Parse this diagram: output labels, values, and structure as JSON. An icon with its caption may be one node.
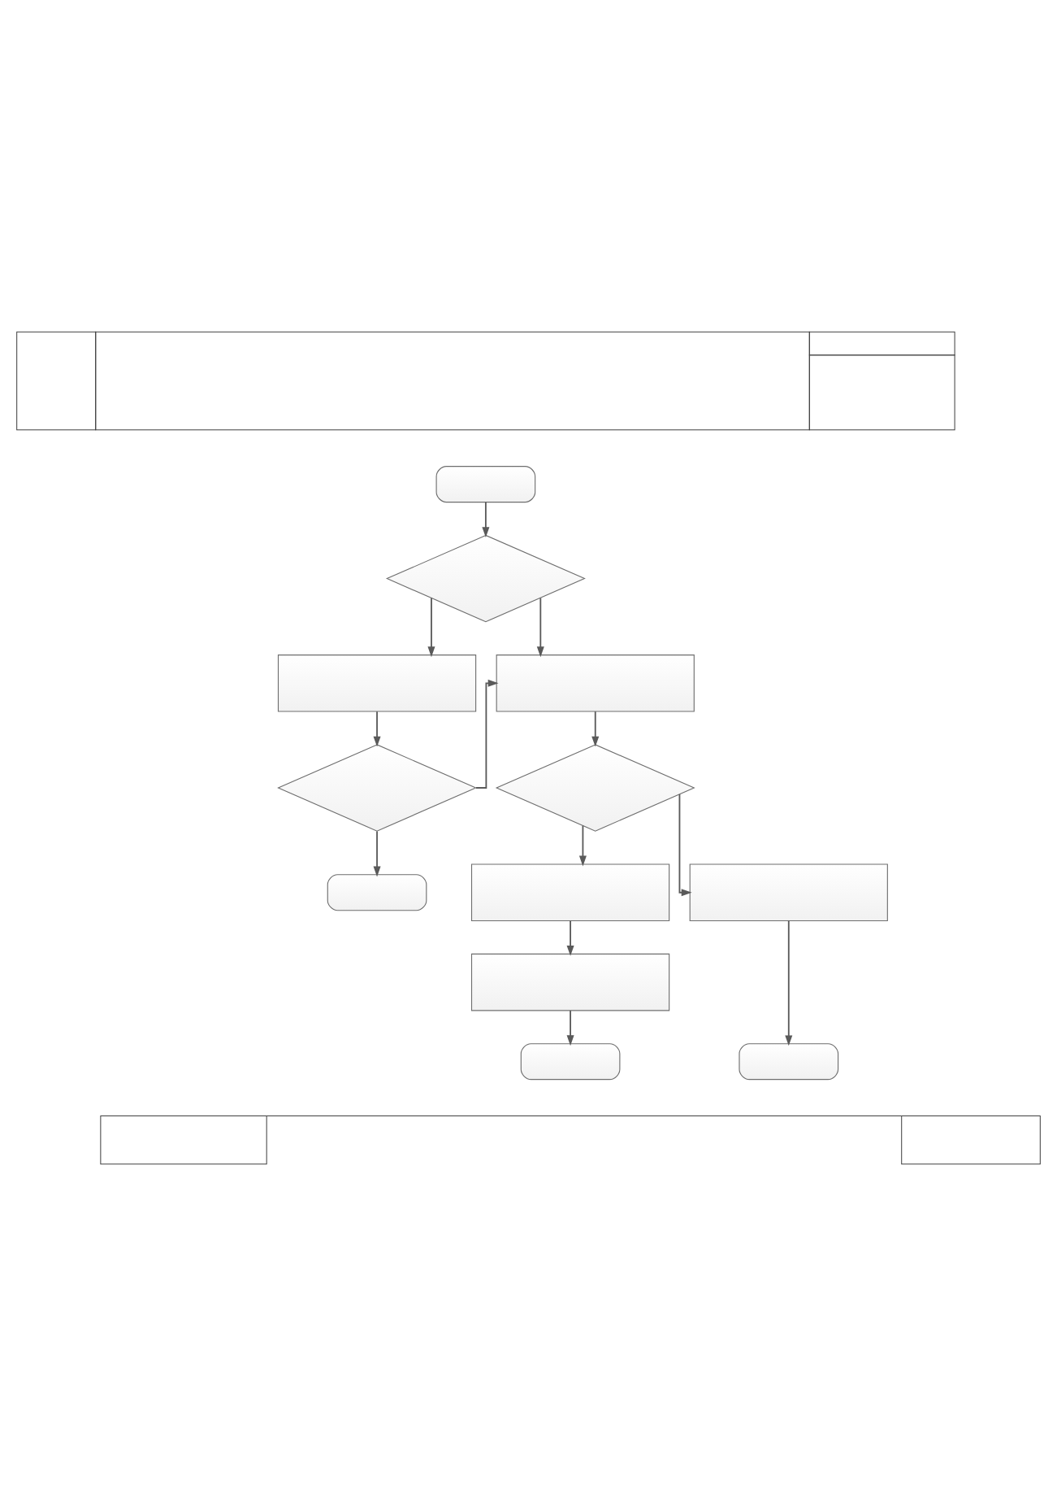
{
  "diagram": {
    "nodes": [
      {
        "text": [],
        "shape": "table"
      },
      {
        "text": [],
        "shape": "oval"
      },
      {
        "text": [],
        "shape": "diamond"
      },
      {
        "text": [],
        "shape": "box"
      },
      {
        "text": [],
        "shape": "box"
      },
      {
        "text": [],
        "shape": "diamond"
      },
      {
        "text": [],
        "shape": "diamond"
      },
      {
        "text": [],
        "shape": "oval"
      },
      {
        "text": [],
        "shape": "box"
      },
      {
        "text": [],
        "shape": "box"
      },
      {
        "text": [],
        "shape": "box"
      },
      {
        "text": [],
        "shape": "oval"
      },
      {
        "text": [],
        "shape": "oval"
      },
      {
        "text": [],
        "shape": "table"
      }
    ],
    "edges": [
      {
        "from": 1,
        "to": 2,
        "arrow": "to"
      },
      {
        "from": 2,
        "to": 3,
        "arrow": "to"
      },
      {
        "from": 2,
        "to": 4,
        "arrow": "to"
      },
      {
        "from": 3,
        "to": 5,
        "arrow": "to"
      },
      {
        "from": 5,
        "to": 4,
        "arrow": "to"
      },
      {
        "from": 4,
        "to": 6,
        "arrow": "to"
      },
      {
        "from": 5,
        "to": 7,
        "arrow": "to"
      },
      {
        "from": 6,
        "to": 8,
        "arrow": "to"
      },
      {
        "from": 6,
        "to": 9,
        "arrow": "to"
      },
      {
        "from": 8,
        "to": 10,
        "arrow": "to"
      },
      {
        "from": 10,
        "to": 11,
        "arrow": "to"
      },
      {
        "from": 9,
        "to": 12,
        "arrow": "to"
      }
    ]
  }
}
